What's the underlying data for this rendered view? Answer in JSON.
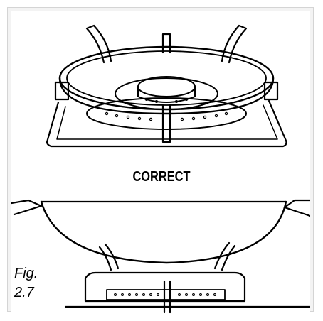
{
  "caption": "CORRECT",
  "figure": {
    "prefix": "Fig.",
    "number": "2.7"
  },
  "colors": {
    "ink": "#000000",
    "background": "#ffffff",
    "frame": "#f3f3f3",
    "frame_border": "#d4d4d4"
  }
}
